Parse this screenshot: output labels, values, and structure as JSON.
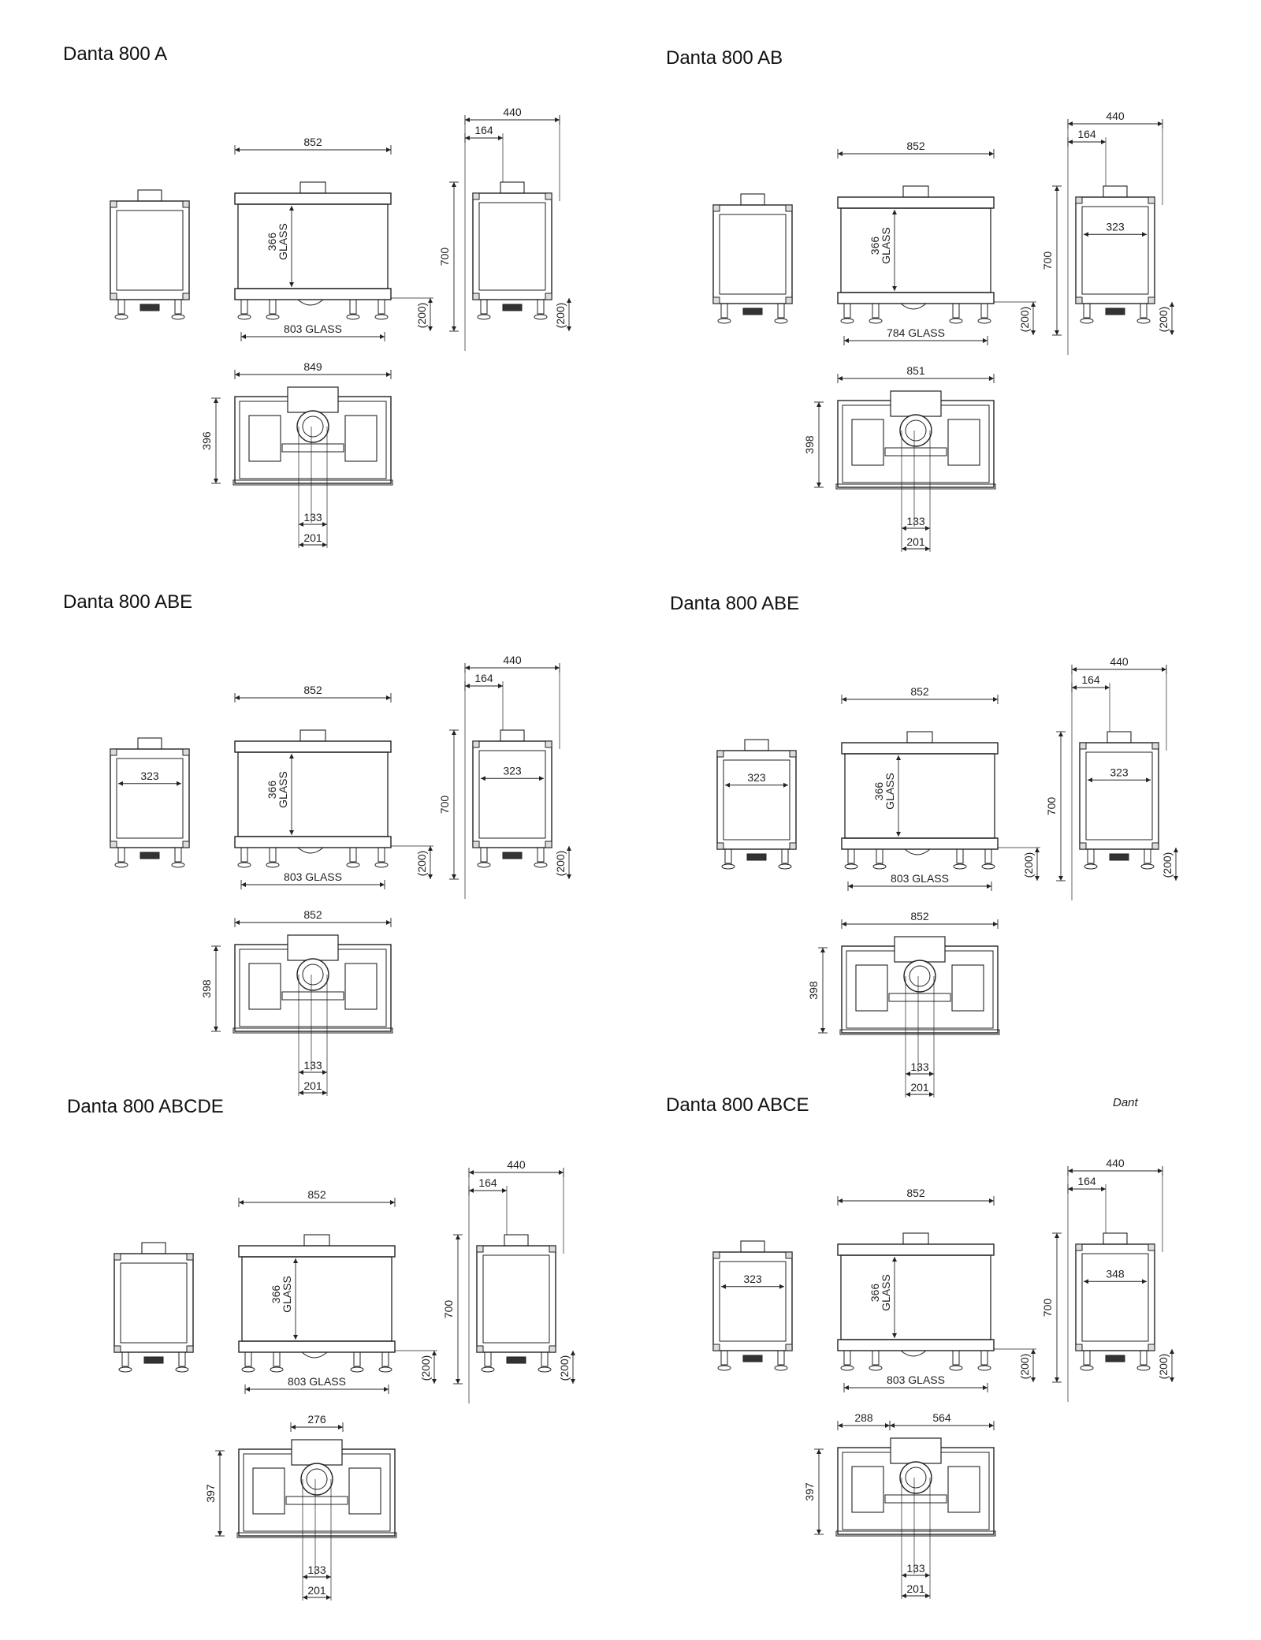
{
  "annotation": "Dant",
  "panels": [
    {
      "title": "Danta 800 A",
      "front_width": "852",
      "glass_height": "366",
      "glass_label": "GLASS",
      "glass_width": "803 GLASS",
      "leg_height": "(200)",
      "side_depth": "440",
      "side_offset": "164",
      "side_height": "700",
      "side_inner": "",
      "left_inner": "",
      "top_width": "849",
      "top_depth": "396",
      "flue_inner": "133",
      "flue_outer": "201",
      "top_left_seg": "",
      "top_right_seg": ""
    },
    {
      "title": "Danta 800 AB",
      "front_width": "852",
      "glass_height": "366",
      "glass_label": "GLASS",
      "glass_width": "784 GLASS",
      "leg_height": "(200)",
      "side_depth": "440",
      "side_offset": "164",
      "side_height": "700",
      "side_inner": "323",
      "left_inner": "",
      "top_width": "851",
      "top_depth": "398",
      "flue_inner": "133",
      "flue_outer": "201",
      "top_left_seg": "",
      "top_right_seg": ""
    },
    {
      "title": "Danta 800 ABE",
      "front_width": "852",
      "glass_height": "366",
      "glass_label": "GLASS",
      "glass_width": "803 GLASS",
      "leg_height": "(200)",
      "side_depth": "440",
      "side_offset": "164",
      "side_height": "700",
      "side_inner": "323",
      "left_inner": "323",
      "top_width": "852",
      "top_depth": "398",
      "flue_inner": "133",
      "flue_outer": "201",
      "top_left_seg": "",
      "top_right_seg": ""
    },
    {
      "title": "Danta 800 ABE",
      "front_width": "852",
      "glass_height": "366",
      "glass_label": "GLASS",
      "glass_width": "803 GLASS",
      "leg_height": "(200)",
      "side_depth": "440",
      "side_offset": "164",
      "side_height": "700",
      "side_inner": "323",
      "left_inner": "323",
      "top_width": "852",
      "top_depth": "398",
      "flue_inner": "133",
      "flue_outer": "201",
      "top_left_seg": "",
      "top_right_seg": ""
    },
    {
      "title": "Danta 800 ABCDE",
      "front_width": "852",
      "glass_height": "366",
      "glass_label": "GLASS",
      "glass_width": "803 GLASS",
      "leg_height": "(200)",
      "side_depth": "440",
      "side_offset": "164",
      "side_height": "700",
      "side_inner": "",
      "left_inner": "",
      "top_width": "276",
      "top_depth": "397",
      "flue_inner": "133",
      "flue_outer": "201",
      "top_left_seg": "",
      "top_right_seg": ""
    },
    {
      "title": "Danta 800 ABCE",
      "front_width": "852",
      "glass_height": "366",
      "glass_label": "GLASS",
      "glass_width": "803 GLASS",
      "leg_height": "(200)",
      "side_depth": "440",
      "side_offset": "164",
      "side_height": "700",
      "side_inner": "348",
      "left_inner": "323",
      "top_width": "",
      "top_depth": "397",
      "flue_inner": "133",
      "flue_outer": "201",
      "top_left_seg": "288",
      "top_right_seg": "564"
    }
  ]
}
